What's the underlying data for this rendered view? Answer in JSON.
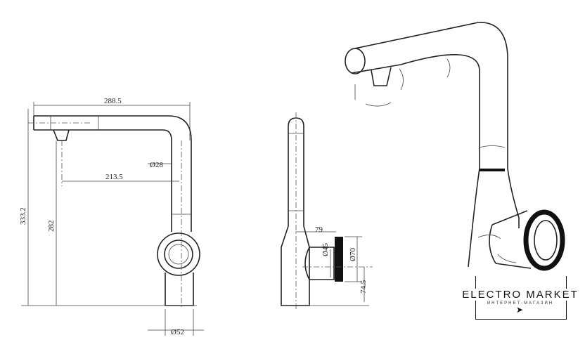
{
  "side_view": {
    "dims": {
      "overall_reach": "288.5",
      "spout_reach": "213.5",
      "spout_diameter": "Ø28",
      "overall_height": "333.2",
      "spout_height": "282",
      "base_diameter": "Ø52"
    }
  },
  "front_view": {
    "dims": {
      "handle_offset": "79",
      "handle_diameter": "Ø45",
      "disc_diameter": "Ø70",
      "handle_height": "74.5"
    }
  },
  "logo": {
    "title": "ELECTRO MARKET",
    "subtitle": "ИНТЕРНЕТ-МАГАЗИН",
    "cursor": "cursor-icon"
  }
}
